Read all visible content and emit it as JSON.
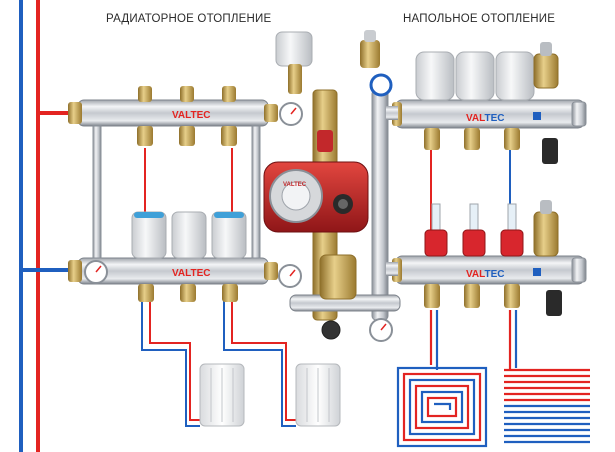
{
  "titles": {
    "radiator": "РАДИАТОРНОЕ ОТОПЛЕНИЕ",
    "floor": "НАПОЛЬНОЕ ОТОПЛЕНИЕ"
  },
  "brand": {
    "name": "VALTEC",
    "val": "VAL",
    "tec": "TEC",
    "pump_label": "VALTEC"
  },
  "colors": {
    "supply": "#e32421",
    "return": "#1f5fbf",
    "manifold": "#c9ccd1",
    "brass": "#c9a24a",
    "pump": "#c2282b",
    "actuator": "#e8eaec",
    "flowmeter": "#d8262d"
  },
  "icons": {
    "pump": "circulation-pump-icon",
    "gauge": "pressure-gauge-icon",
    "actuator": "thermal-actuator-icon",
    "radiator": "radiator-icon",
    "floor_loop": "underfloor-loop-icon",
    "air_vent": "air-vent-icon",
    "flowmeter": "flowmeter-icon"
  }
}
